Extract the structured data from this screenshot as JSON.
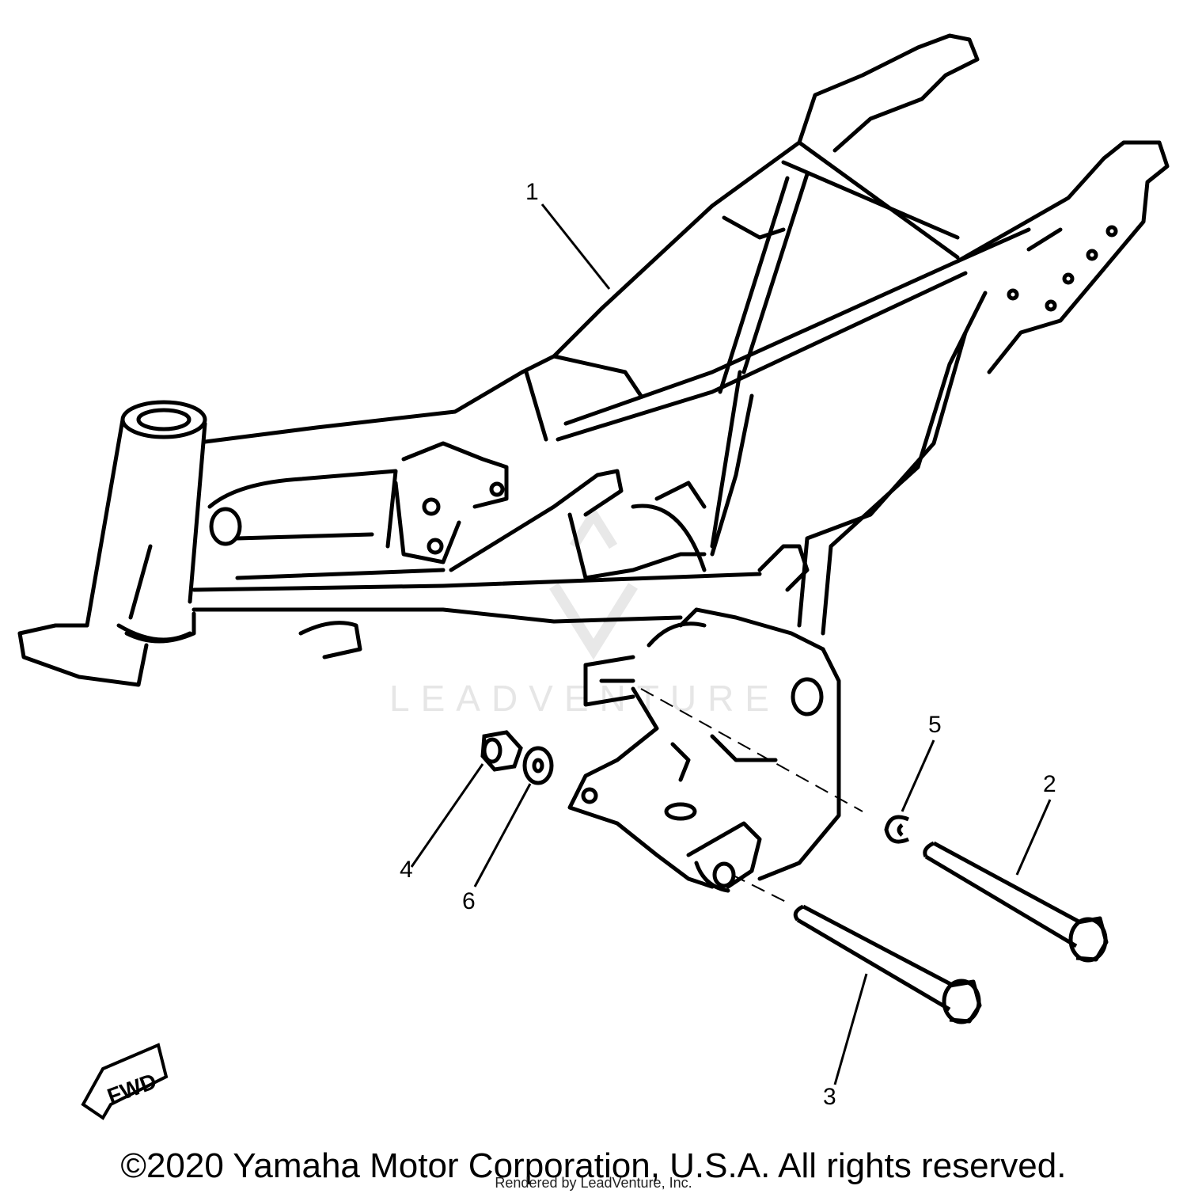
{
  "diagram": {
    "callouts": [
      {
        "id": "1",
        "label": "1"
      },
      {
        "id": "2",
        "label": "2"
      },
      {
        "id": "3",
        "label": "3"
      },
      {
        "id": "4",
        "label": "4"
      },
      {
        "id": "5",
        "label": "5"
      },
      {
        "id": "6",
        "label": "6"
      }
    ],
    "fwd_label": "FWD",
    "watermark_text": "LEADVENTURE",
    "copyright": "©2020 Yamaha Motor Corporation, U.S.A. All rights reserved.",
    "rendered_by": "Rendered by LeadVenture, Inc.",
    "colors": {
      "line": "#000000",
      "background": "#ffffff",
      "watermark": "#e6e6e6"
    }
  }
}
